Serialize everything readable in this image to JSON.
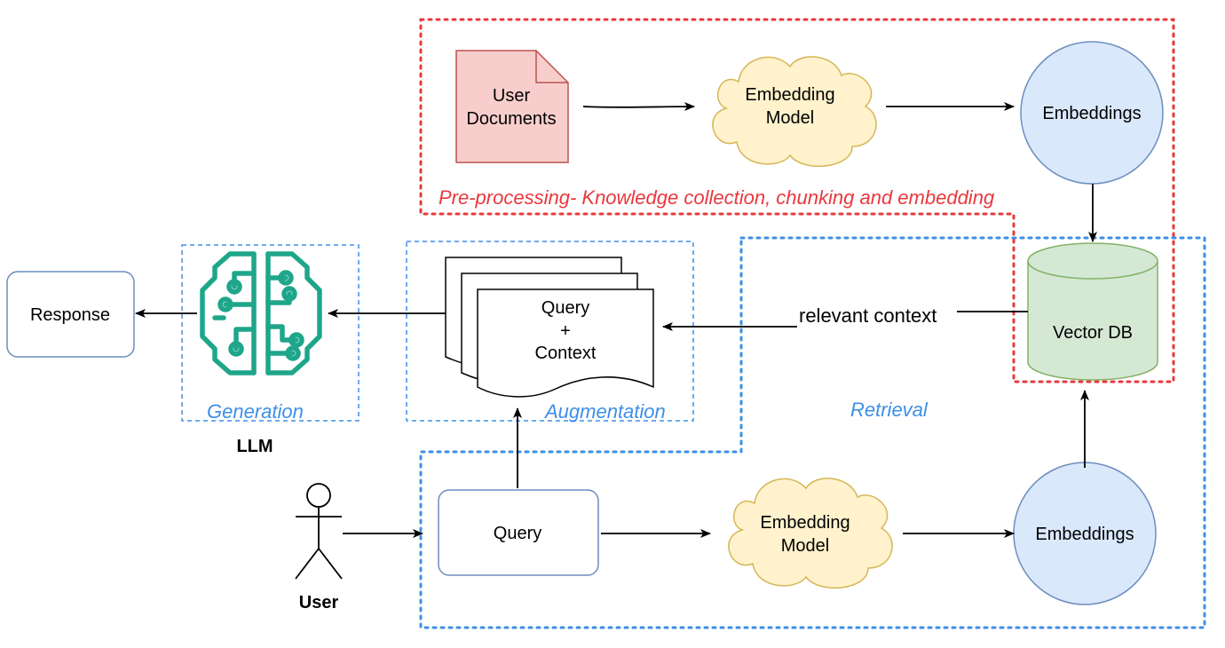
{
  "diagram": {
    "preprocessing": {
      "caption": "Pre-processing- Knowledge collection, chunking and embedding",
      "documents": {
        "line1": "User",
        "line2": "Documents"
      },
      "embedding_model": {
        "line1": "Embedding",
        "line2": "Model"
      },
      "embeddings": "Embeddings"
    },
    "vector_db": "Vector DB",
    "retrieval": {
      "caption": "Retrieval",
      "relevant_context": "relevant context"
    },
    "augmentation": {
      "caption": "Augmentation",
      "doc": {
        "line1": "Query",
        "line2": "+",
        "line3": "Context"
      }
    },
    "generation": {
      "caption": "Generation",
      "llm_label": "LLM"
    },
    "response": "Response",
    "user": {
      "label": "User",
      "query": "Query",
      "embedding_model": {
        "line1": "Embedding",
        "line2": "Model"
      },
      "embeddings": "Embeddings"
    },
    "colors": {
      "preprocess_border": "#e8383d",
      "retrieval_border": "#3d8fe8",
      "doc_fill": "#f8cecc",
      "doc_stroke": "#b85450",
      "cloud_fill": "#fff2cc",
      "cloud_stroke": "#d6b656",
      "circle_fill": "#dae8fc",
      "circle_stroke": "#6c8ebf",
      "db_fill": "#d5e8d4",
      "db_stroke": "#82b366",
      "llm_icon": "#1ea68a"
    }
  }
}
